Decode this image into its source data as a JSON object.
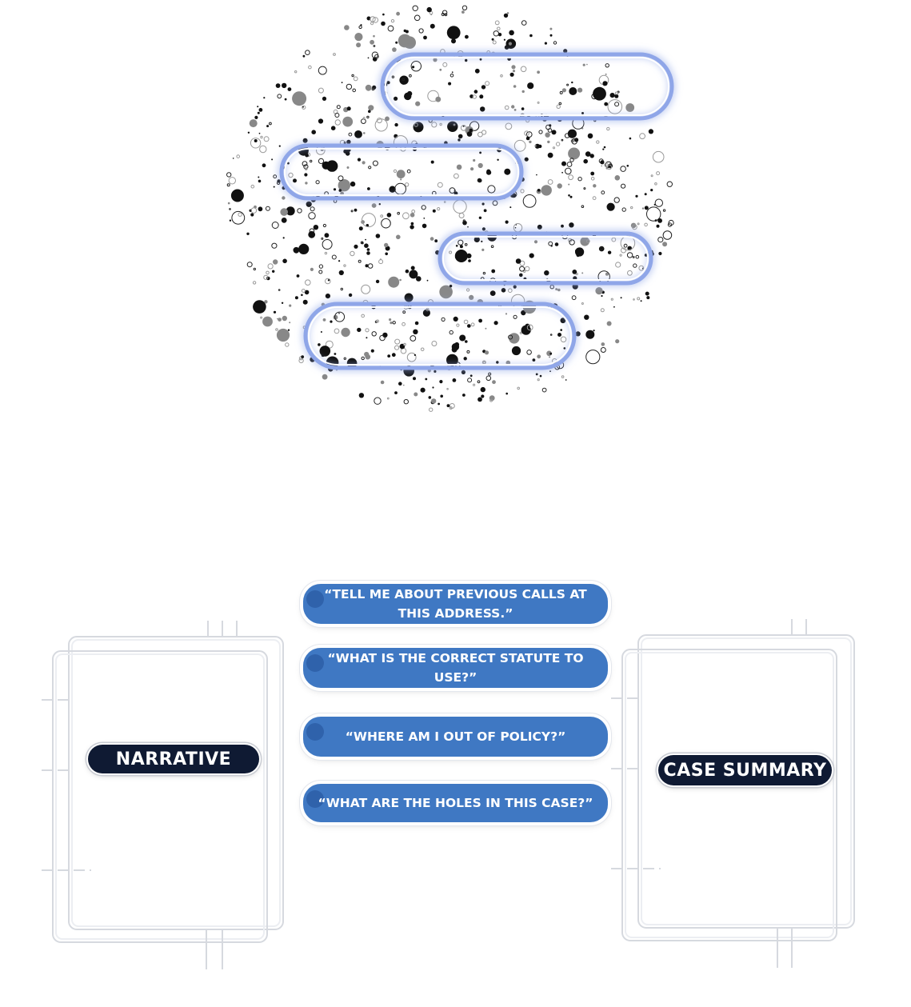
{
  "labels": {
    "narrative": "NARRATIVE",
    "case_summary": "CASE SUMMARY"
  },
  "questions": [
    "“TELL ME ABOUT PREVIOUS CALLS AT THIS ADDRESS.”",
    "“WHAT IS THE CORRECT STATUTE TO USE?”",
    "“WHERE AM I OUT OF POLICY?”",
    "“WHAT ARE THE HOLES IN THIS CASE?”"
  ],
  "colors": {
    "question_fill": "#3f78c3",
    "label_fill": "#0f1a33",
    "glow": "#8fa6e8"
  },
  "icons": {
    "logo": "particle-bars-logo",
    "documents": "document-stack-icon"
  }
}
